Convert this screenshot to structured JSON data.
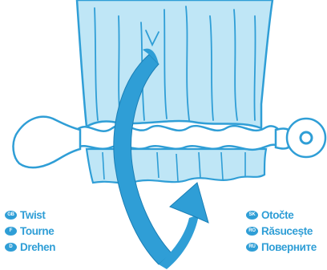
{
  "colors": {
    "accent": "#2f9ed6",
    "fabric": "#bfe6f6",
    "background": "#ffffff"
  },
  "icons": {
    "rotation": "rotation-arrow-icon",
    "heart": "heart-icon",
    "ring": "ring-icon"
  },
  "instructions_left": [
    {
      "code": "GB",
      "word": "Twist"
    },
    {
      "code": "F",
      "word": "Tourne"
    },
    {
      "code": "D",
      "word": "Drehen"
    }
  ],
  "instructions_right": [
    {
      "code": "SK",
      "word": "Otočte"
    },
    {
      "code": "RO",
      "word": "Răsucește"
    },
    {
      "code": "RU",
      "word": "Поверните"
    }
  ]
}
